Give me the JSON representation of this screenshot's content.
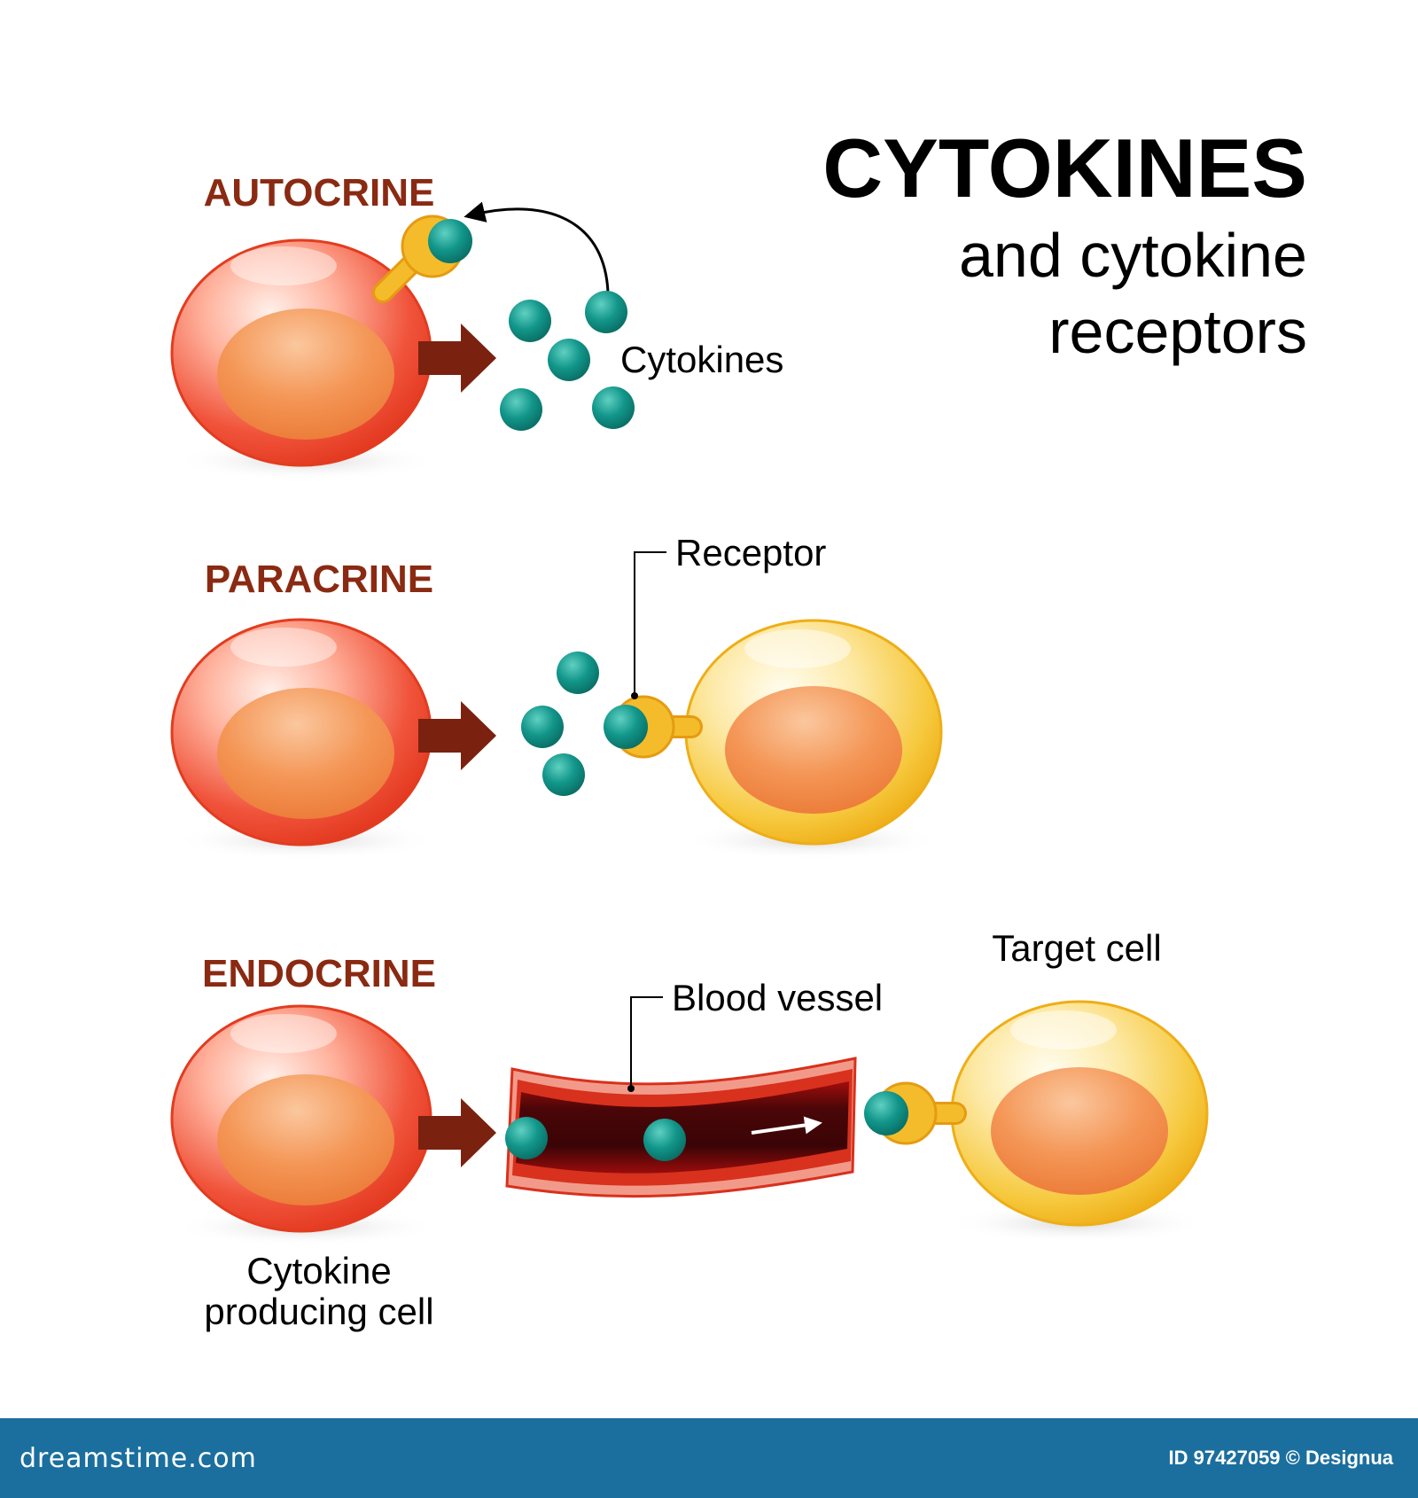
{
  "title": {
    "main": "CYTOKINES",
    "sub_line1": "and cytokine",
    "sub_line2": "receptors"
  },
  "sections": {
    "autocrine": "AUTOCRINE",
    "paracrine": "PARACRINE",
    "endocrine": "ENDOCRINE"
  },
  "labels": {
    "cytokines": "Cytokines",
    "receptor": "Receptor",
    "blood_vessel": "Blood vessel",
    "target_cell": "Target cell",
    "producing_cell_line1": "Cytokine",
    "producing_cell_line2": "producing cell"
  },
  "footer": {
    "brand": "dreamstime.com",
    "credit": "ID 97427059 © Designua"
  },
  "colors": {
    "section_label": "#8a2a12",
    "cytokine": "#12968a",
    "receptor": "#f2b41e",
    "arrow": "#7a2110",
    "producing_cell": "#f0533a",
    "target_cell": "#f5c23a",
    "nucleus": "#f08a4a",
    "vessel_wall": "#d8311d",
    "vessel_lumen": "#4a0608",
    "footer_bg": "#1b6f9e"
  },
  "icons": [
    "cytokine-molecule-icon",
    "receptor-icon",
    "cell-icon",
    "blood-vessel-icon",
    "arrow-icon"
  ]
}
